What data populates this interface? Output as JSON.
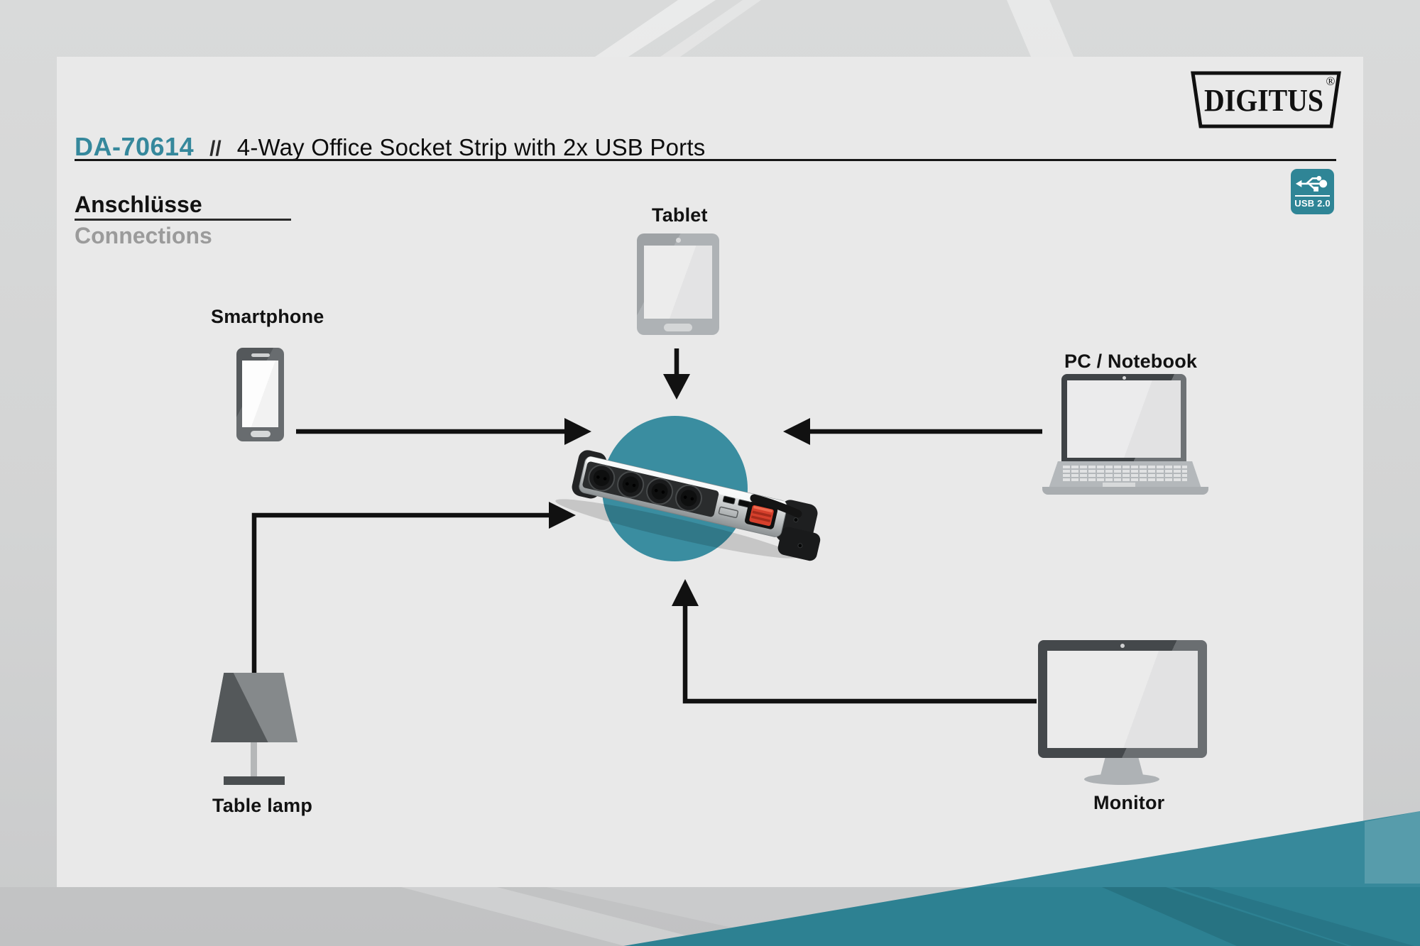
{
  "header": {
    "model": "DA-70614",
    "divider": "//",
    "title": "4-Way Office Socket Strip with 2x USB Ports"
  },
  "logo": {
    "text": "DIGITUS",
    "registered": "®"
  },
  "section": {
    "heading_de": "Anschlüsse",
    "heading_en": "Connections"
  },
  "usb_badge": {
    "label": "USB 2.0"
  },
  "devices": {
    "tablet": {
      "label": "Tablet"
    },
    "smartphone": {
      "label": "Smartphone"
    },
    "pc": {
      "label": "PC / Notebook"
    },
    "lamp": {
      "label": "Table lamp"
    },
    "monitor": {
      "label": "Monitor"
    }
  },
  "connections": [
    {
      "from": "Tablet",
      "to": "socket-strip",
      "direction": "down"
    },
    {
      "from": "Smartphone",
      "to": "socket-strip",
      "direction": "right"
    },
    {
      "from": "PC / Notebook",
      "to": "socket-strip",
      "direction": "left"
    },
    {
      "from": "Table lamp",
      "to": "socket-strip",
      "direction": "up-then-right"
    },
    {
      "from": "Monitor",
      "to": "socket-strip",
      "direction": "left-then-up"
    }
  ],
  "product": {
    "socket_count": 4,
    "usb_port_count": 2
  },
  "colors": {
    "accent_teal_badge": "#2f8596",
    "accent_circle": "#3a8da0",
    "wedge_upper": "#37899b",
    "wedge_lower": "#2d8192",
    "model_text": "#35889c",
    "switch_red": "#d6402c",
    "page_panel": "#e9e9e9"
  }
}
